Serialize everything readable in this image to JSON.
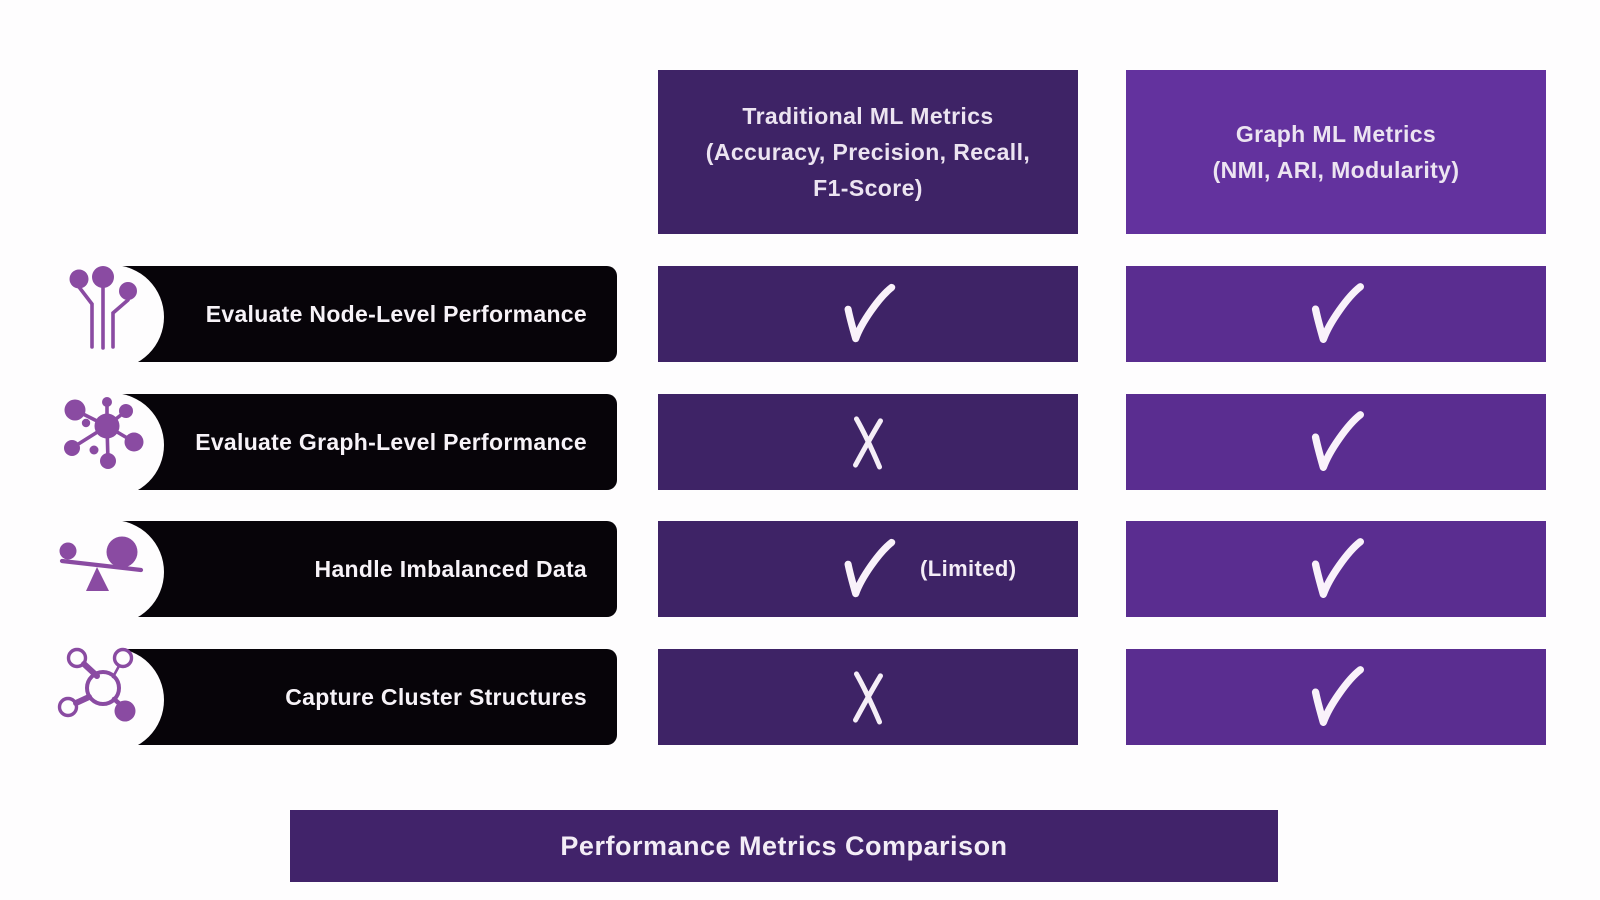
{
  "colors": {
    "traditional_column": "#3e2366",
    "graph_header": "#63329e",
    "graph_cell": "#5a2d90",
    "row_bar_black": "#070409",
    "icon_purple": "#8a4ba2",
    "mark_white": "#f9f2fa",
    "footer_bar": "#41236a",
    "background": "#fefdfe"
  },
  "header": {
    "traditional_title": "Traditional ML Metrics\n(Accuracy, Precision, Recall,\nF1-Score)",
    "graph_title": "Graph ML Metrics\n(NMI, ARI, Modularity)"
  },
  "rows": [
    {
      "label": "Evaluate Node-Level Performance",
      "icon": "node-pins-icon",
      "traditional": {
        "mark": "check"
      },
      "graph": {
        "mark": "check"
      }
    },
    {
      "label": "Evaluate Graph-Level Performance",
      "icon": "network-hub-icon",
      "traditional": {
        "mark": "x"
      },
      "graph": {
        "mark": "check"
      }
    },
    {
      "label": "Handle Imbalanced Data",
      "icon": "imbalance-scale-icon",
      "traditional": {
        "mark": "check",
        "note": "(Limited)"
      },
      "graph": {
        "mark": "check"
      }
    },
    {
      "label": "Capture Cluster Structures",
      "icon": "cluster-atom-icon",
      "traditional": {
        "mark": "x"
      },
      "graph": {
        "mark": "check"
      }
    }
  ],
  "footer": {
    "title": "Performance Metrics Comparison"
  }
}
